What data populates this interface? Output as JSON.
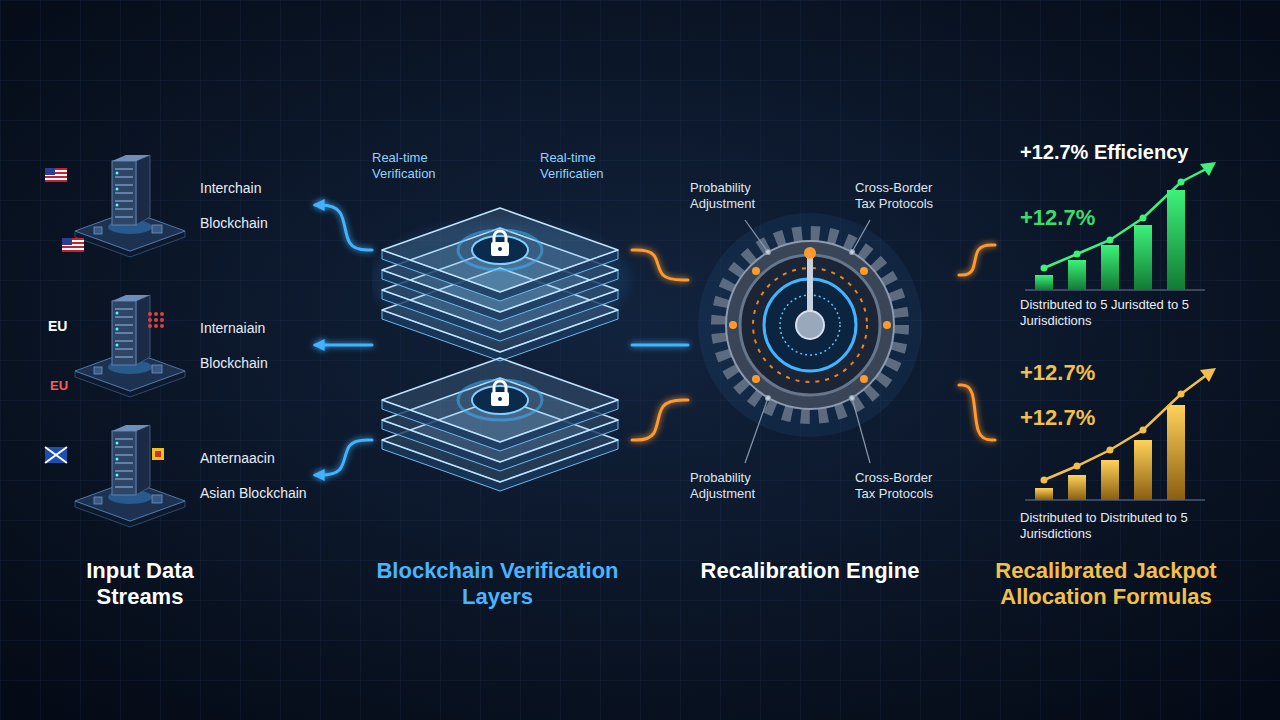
{
  "diagram": {
    "nodes": [
      {
        "text": [
          "Interchain",
          "Blockchain"
        ]
      },
      {
        "text": [
          "Internaiain",
          "Blockchain"
        ]
      },
      {
        "text": [
          "Anternaacin",
          "Asian Blockchain"
        ]
      },
      {
        "text": [
          "Real-time Verification",
          "Real-time Verificatien"
        ]
      },
      {
        "text": [
          "Probability Adjustment",
          "Cross-Border Tax Protocols",
          "Probability Adjustment",
          "Cross-Border Tax Protocols"
        ]
      },
      {
        "text": [
          "+12.7% Efficiency",
          "+12.7%",
          "Distributed to 5 Jurisdted to 5 Jurisdictions"
        ]
      },
      {
        "text": [
          "+12.7%",
          "+12.7%",
          "Distributed to Distributed to 5 Jurisdictions"
        ]
      }
    ],
    "edges": [
      {
        "from": 3,
        "to": 0,
        "arrow": "to"
      },
      {
        "from": 3,
        "to": 1,
        "arrow": "to"
      },
      {
        "from": 3,
        "to": 2,
        "arrow": "to"
      },
      {
        "from": 3,
        "to": 4,
        "arrow": "none"
      },
      {
        "from": 3,
        "to": 4,
        "arrow": "none"
      },
      {
        "from": 3,
        "to": 4,
        "arrow": "none"
      },
      {
        "from": 4,
        "to": 5,
        "arrow": "none"
      },
      {
        "from": 4,
        "to": 6,
        "arrow": "none"
      }
    ],
    "labels": [
      "EU",
      "EU",
      "Input Data Streams",
      "Blockchain Verification Layers",
      "Recalibration Engine",
      "Recalibrated Jackpot Allocation Formulas"
    ]
  }
}
